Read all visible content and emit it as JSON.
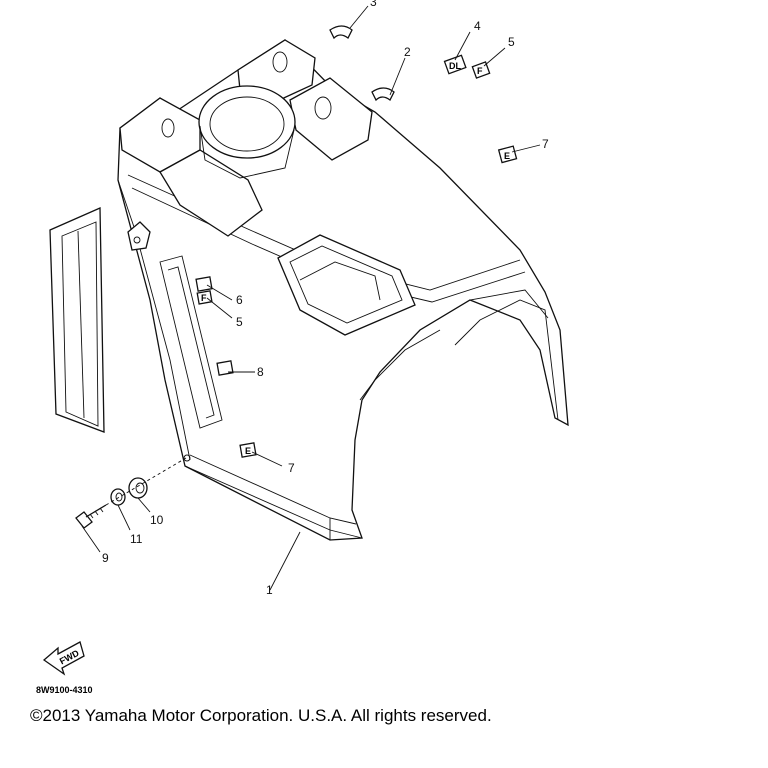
{
  "callouts": {
    "c1": "1",
    "c2": "2",
    "c3": "3",
    "c4": "4",
    "c5a": "5",
    "c5b": "5",
    "c6": "6",
    "c7a": "7",
    "c7b": "7",
    "c8": "8",
    "c9": "9",
    "c10": "10",
    "c11": "11"
  },
  "decal_letters": {
    "f_top": "F",
    "e_top": "E",
    "f_side": "F",
    "e_side": "E",
    "dl_top": "DL"
  },
  "front_arrow_label": "FWD",
  "part_code": "8W9100-4310",
  "copyright": "©2013 Yamaha Motor Corporation. U.S.A. All rights reserved."
}
